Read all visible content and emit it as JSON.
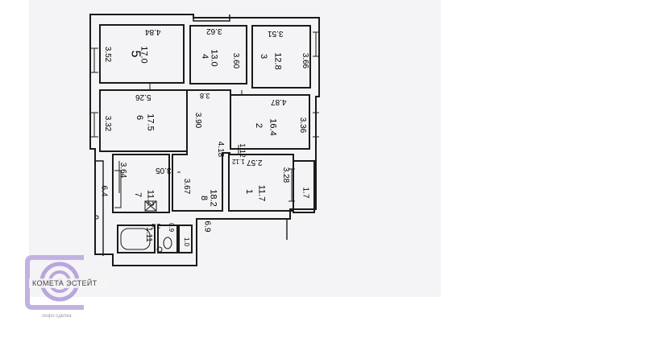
{
  "plan": {
    "rooms": [
      {
        "number": "5",
        "area": "17.0",
        "dims": [
          "4.84",
          "3.52"
        ]
      },
      {
        "number": "4",
        "area": "13.0",
        "dims": [
          "3.62",
          "3.60"
        ]
      },
      {
        "number": "3",
        "area": "12.8",
        "dims": [
          "3.51",
          "3.66"
        ]
      },
      {
        "number": "6",
        "area": "17.5",
        "dims": [
          "5.26",
          "3.32"
        ]
      },
      {
        "number": "2",
        "area": "16.4",
        "dims": [
          "4.87",
          "3.36"
        ]
      },
      {
        "number": "7",
        "area": "11.2",
        "dims": [
          "3.64",
          "3.05"
        ]
      },
      {
        "number": "8",
        "area": "18.2",
        "dims": [
          "3.67",
          "4.18"
        ]
      },
      {
        "number": "1",
        "area": "11.7",
        "dims": [
          "2.57",
          "3.28"
        ]
      }
    ],
    "other_labels": [
      "3.90",
      "6.4",
      "1.12",
      "1.7",
      "1.11",
      "6.9",
      "2.6",
      "1.0",
      "0.9",
      "1.12",
      "3.8"
    ]
  },
  "watermark": {
    "text": "КОМЕТА ЭСТЕЙТ",
    "subtext": "скоро сделка",
    "colors": {
      "logo": "#b9a6dc",
      "logo_dark": "#8f7cc0"
    }
  }
}
